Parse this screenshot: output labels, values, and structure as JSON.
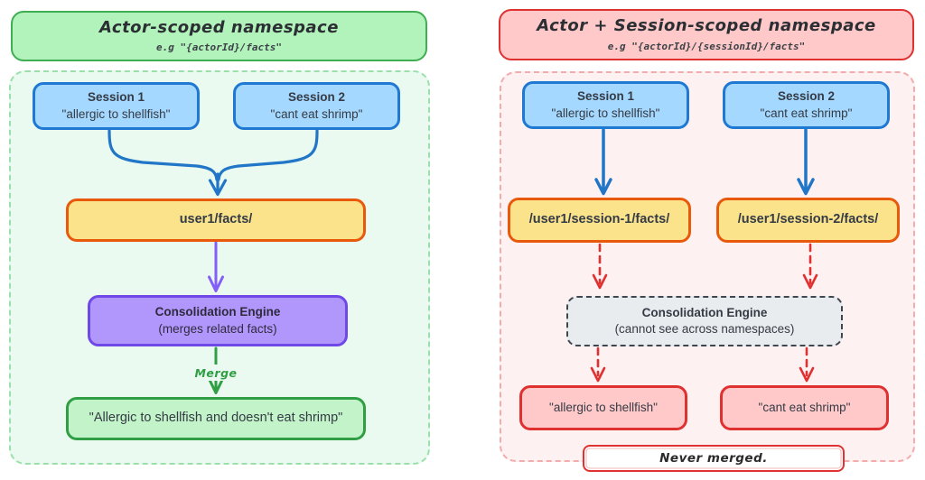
{
  "left": {
    "header": {
      "title": "Actor-scoped namespace",
      "subtitle": "e.g \"{actorId}/facts\""
    },
    "session1": {
      "title": "Session 1",
      "quote": "\"allergic to shellfish\""
    },
    "session2": {
      "title": "Session 2",
      "quote": "\"cant eat shrimp\""
    },
    "namespace": "user1/facts/",
    "engine": {
      "title": "Consolidation Engine",
      "subtitle": "(merges related facts)"
    },
    "merge_label": "Merge",
    "result": "\"Allergic to shellfish and doesn't eat shrimp\""
  },
  "right": {
    "header": {
      "title": "Actor + Session-scoped namespace",
      "subtitle": "e.g \"{actorId}/{sessionId}/facts\""
    },
    "session1": {
      "title": "Session 1",
      "quote": "\"allergic to shellfish\""
    },
    "session2": {
      "title": "Session 2",
      "quote": "\"cant eat shrimp\""
    },
    "namespace1": "/user1/session-1/facts/",
    "namespace2": "/user1/session-2/facts/",
    "engine": {
      "title": "Consolidation Engine",
      "subtitle": "(cannot see across namespaces)"
    },
    "fact1": "\"allergic to shellfish\"",
    "fact2": "\"cant eat shrimp\"",
    "never_merged": "Never merged."
  },
  "colors": {
    "green_fill": "#b2f2bb",
    "green_border": "#3fae53",
    "green_container": "#eafaf0",
    "blue_fill": "#a5d8ff",
    "blue_border": "#1f78d1",
    "yellow_fill": "#fbe38c",
    "orange_border": "#e8590c",
    "purple_fill": "#b197fc",
    "purple_border": "#7048e8",
    "red_fill": "#ffc9c9",
    "red_border": "#e03131",
    "pink_container": "#fdf1f2",
    "gray_fill": "#e9ecef",
    "gray_border": "#3f464d",
    "arrow_blue": "#2176c7",
    "arrow_purple": "#845ef7",
    "arrow_green": "#2f9e44",
    "arrow_red": "#e03131"
  }
}
